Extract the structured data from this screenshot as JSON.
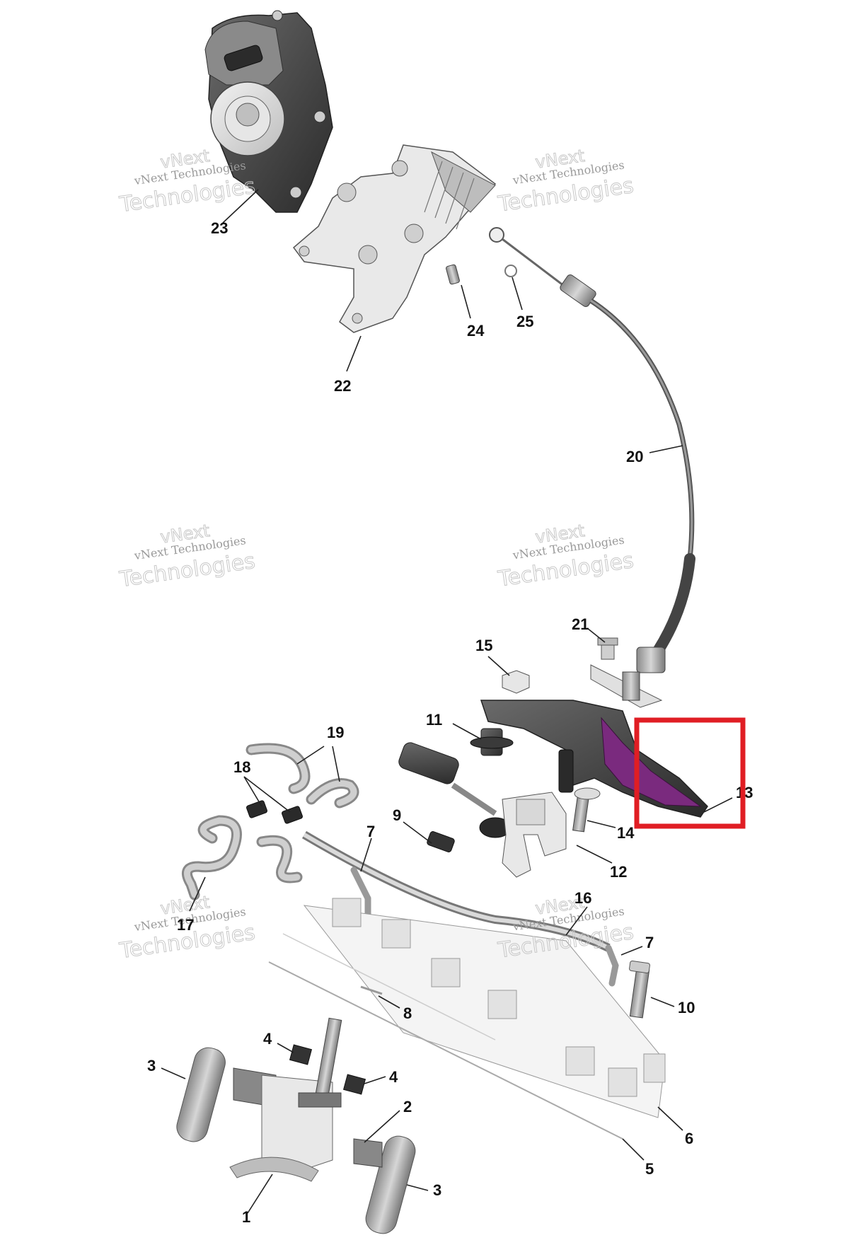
{
  "watermark": {
    "line1": "vNext",
    "line2": "vNext Technologies",
    "line3": "Technologies"
  },
  "callouts": [
    {
      "id": "c1",
      "label": "1"
    },
    {
      "id": "c2",
      "label": "2"
    },
    {
      "id": "c3a",
      "label": "3"
    },
    {
      "id": "c3b",
      "label": "3"
    },
    {
      "id": "c4a",
      "label": "4"
    },
    {
      "id": "c4b",
      "label": "4"
    },
    {
      "id": "c5",
      "label": "5"
    },
    {
      "id": "c6",
      "label": "6"
    },
    {
      "id": "c7a",
      "label": "7"
    },
    {
      "id": "c7b",
      "label": "7"
    },
    {
      "id": "c8",
      "label": "8"
    },
    {
      "id": "c9",
      "label": "9"
    },
    {
      "id": "c10",
      "label": "10"
    },
    {
      "id": "c11",
      "label": "11"
    },
    {
      "id": "c12",
      "label": "12"
    },
    {
      "id": "c13",
      "label": "13"
    },
    {
      "id": "c14",
      "label": "14"
    },
    {
      "id": "c15",
      "label": "15"
    },
    {
      "id": "c16",
      "label": "16"
    },
    {
      "id": "c17",
      "label": "17"
    },
    {
      "id": "c18",
      "label": "18"
    },
    {
      "id": "c19",
      "label": "19"
    },
    {
      "id": "c20",
      "label": "20"
    },
    {
      "id": "c21",
      "label": "21"
    },
    {
      "id": "c22",
      "label": "22"
    },
    {
      "id": "c23",
      "label": "23"
    },
    {
      "id": "c24",
      "label": "24"
    },
    {
      "id": "c25",
      "label": "25"
    }
  ],
  "colors": {
    "highlight": "#e01e24",
    "accent_part": "#7a2a7e"
  }
}
